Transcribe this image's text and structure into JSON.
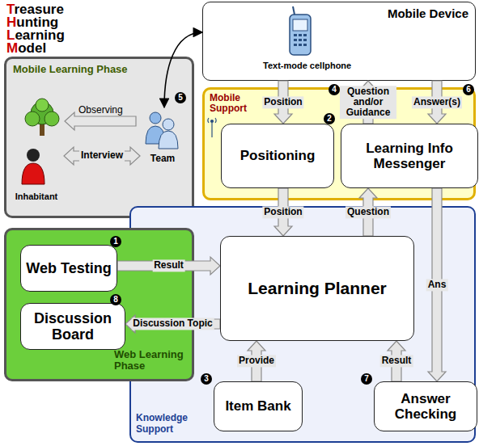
{
  "diagram": {
    "nodes": [
      {
        "text": [
          "Mobile Device",
          "Text-mode cellphone"
        ]
      },
      {
        "text": [
          "Mobile Learning Phase"
        ]
      },
      {
        "text": [
          "Team"
        ],
        "in": 1
      },
      {
        "text": [
          "Inhabitant"
        ],
        "in": 1
      },
      {
        "text": [
          "Mobile Support"
        ]
      },
      {
        "text": [
          "Positioning"
        ],
        "in": 4
      },
      {
        "text": [
          "Learning Info Messenger"
        ],
        "in": 4
      },
      {
        "text": [
          "Knowledge Support"
        ]
      },
      {
        "text": [
          "Learning Planner"
        ],
        "in": 7
      },
      {
        "text": [
          "Item Bank"
        ],
        "in": 7
      },
      {
        "text": [
          "Answer Checking"
        ],
        "in": 7
      },
      {
        "text": [
          "Web Learning Phase"
        ]
      },
      {
        "text": [
          "Web Testing"
        ],
        "in": 11
      },
      {
        "text": [
          "Discussion Board"
        ],
        "in": 11
      }
    ],
    "edges": [
      {
        "from": 0,
        "to": 5,
        "label": "Position",
        "arrow": "to"
      },
      {
        "from": 6,
        "to": 0,
        "label": "Question and/or Guidance",
        "arrow": "to"
      },
      {
        "from": 0,
        "to": 6,
        "label": "Answer(s)",
        "arrow": "to"
      },
      {
        "from": 5,
        "to": 8,
        "label": "Position",
        "arrow": "to"
      },
      {
        "from": 8,
        "to": 6,
        "label": "Question",
        "arrow": "to"
      },
      {
        "from": 6,
        "to": 10,
        "label": "Ans",
        "arrow": "to"
      },
      {
        "from": 12,
        "to": 8,
        "label": "Result",
        "arrow": "to"
      },
      {
        "from": 8,
        "to": 13,
        "label": "Discussion Topic",
        "arrow": "to"
      },
      {
        "from": 9,
        "to": 8,
        "label": "Provide",
        "arrow": "to"
      },
      {
        "from": 10,
        "to": 8,
        "label": "Result",
        "arrow": "to"
      },
      {
        "from": 2,
        "to": 3,
        "label": "Interview",
        "arrow": "both"
      },
      {
        "from": 0,
        "to": 2,
        "arrow": "both"
      }
    ],
    "labels": [
      "Treasure",
      "Hunting",
      "Learning",
      "Model",
      "Observing",
      "1",
      "2",
      "3",
      "4",
      "5",
      "6",
      "7",
      "8"
    ]
  }
}
